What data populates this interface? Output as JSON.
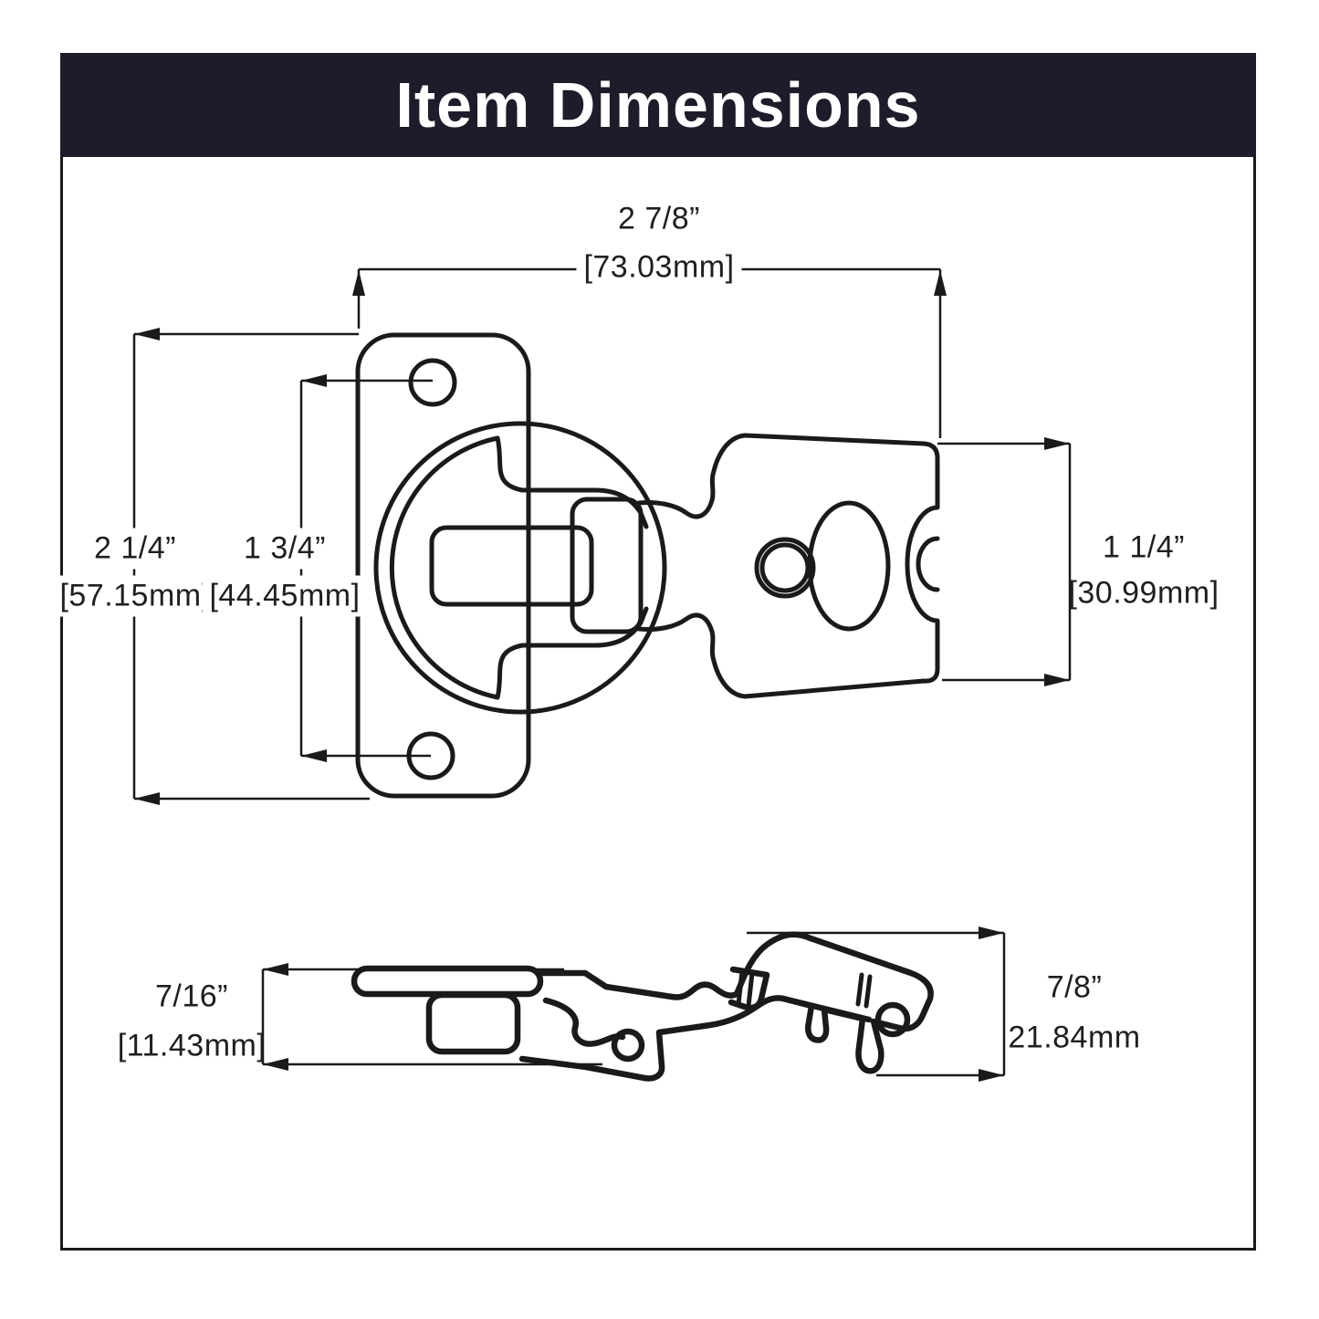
{
  "header": {
    "title": "Item Dimensions",
    "bg_color": "#1c1c2a",
    "text_color": "#ffffff"
  },
  "diagram": {
    "line_color": "#1a1a1a",
    "views": {
      "top_view": "cabinet hinge front view with mounting plate, cup and arm",
      "side_view": "cabinet hinge side profile view"
    },
    "dimensions": {
      "overall_width": {
        "inches": "2 7/8”",
        "mm": "[73.03mm]"
      },
      "plate_height": {
        "inches": "2 1/4”",
        "mm": "[57.15mm]"
      },
      "hole_spacing": {
        "inches": "1 3/4”",
        "mm": "[44.45mm]"
      },
      "arm_height": {
        "inches": "1 1/4”",
        "mm": "[30.99mm]"
      },
      "side_depth": {
        "inches": "7/16”",
        "mm": "[11.43mm]"
      },
      "side_height": {
        "inches": "7/8”",
        "mm": "21.84mm"
      }
    }
  }
}
